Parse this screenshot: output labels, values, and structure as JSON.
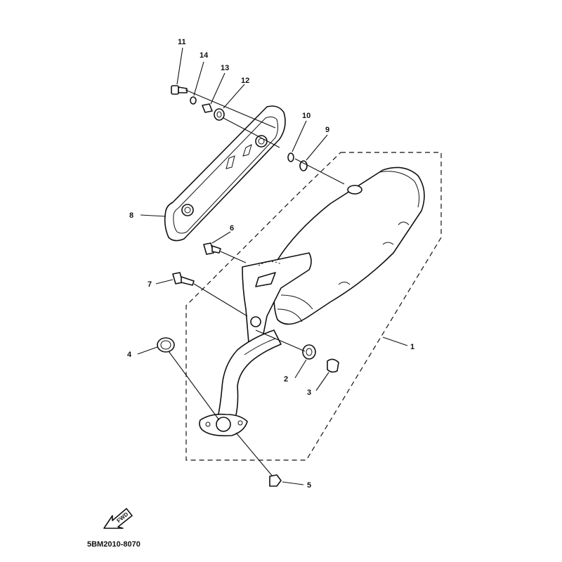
{
  "diagram": {
    "drawing_code": "5BM2010-8070",
    "fwd_label": "FWD",
    "callouts": [
      {
        "id": "1",
        "label": "1"
      },
      {
        "id": "2",
        "label": "2"
      },
      {
        "id": "3",
        "label": "3"
      },
      {
        "id": "4",
        "label": "4"
      },
      {
        "id": "5",
        "label": "5"
      },
      {
        "id": "6",
        "label": "6"
      },
      {
        "id": "7",
        "label": "7"
      },
      {
        "id": "8",
        "label": "8"
      },
      {
        "id": "9",
        "label": "9"
      },
      {
        "id": "10",
        "label": "10"
      },
      {
        "id": "11",
        "label": "11"
      },
      {
        "id": "12",
        "label": "12"
      },
      {
        "id": "13",
        "label": "13"
      },
      {
        "id": "14",
        "label": "14"
      }
    ]
  }
}
